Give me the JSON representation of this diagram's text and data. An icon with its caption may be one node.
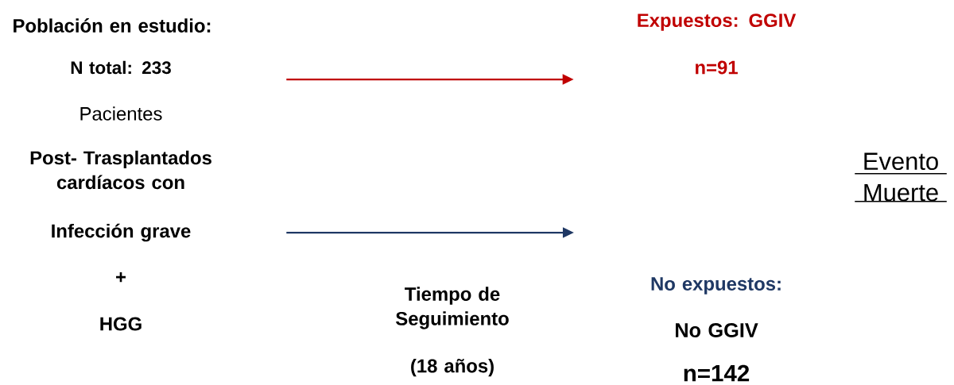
{
  "diagram": {
    "nodes": [
      {
        "text": [
          "Población en estudio:",
          "N total: 233",
          "Pacientes",
          "Post- Trasplantados cardíacos con",
          "Infección grave",
          "+",
          "HGG"
        ]
      },
      {
        "text": [
          "Expuestos: GGIV",
          "n=91"
        ]
      },
      {
        "text": [
          "No expuestos:",
          "No GGIV",
          "n=142"
        ]
      }
    ],
    "edges": [
      {
        "from": 0,
        "to": 1,
        "arrow": "to",
        "color": "#c00000"
      },
      {
        "from": 0,
        "to": null,
        "arrow": "to",
        "color": "#1f3864"
      }
    ],
    "labels": [
      "Tiempo de Seguimiento",
      "(18 años)",
      "Evento Muerte"
    ]
  }
}
